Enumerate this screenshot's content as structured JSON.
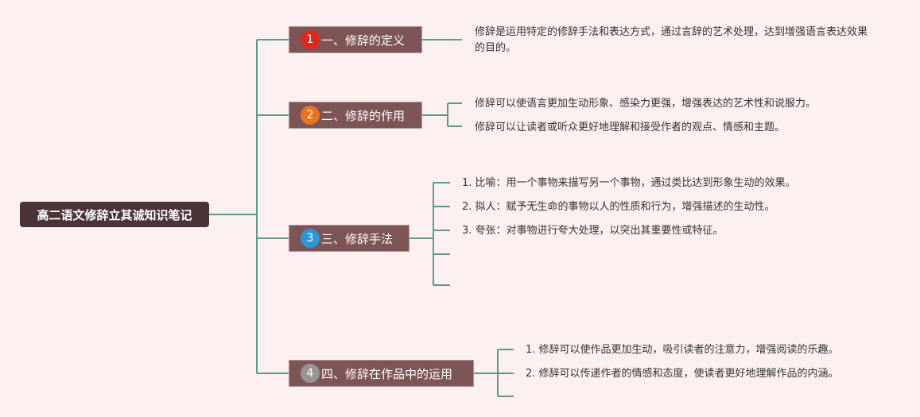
{
  "root": {
    "title": "高二语文修辞立其诚知识笔记"
  },
  "branches": [
    {
      "badge": "1",
      "badge_color": "#e0271d",
      "label": "一、修辞的定义",
      "leaves": [
        "修辞是运用特定的修辞手法和表达方式，通过言辞的艺术处理，达到增强语言表达效果的目的。"
      ]
    },
    {
      "badge": "2",
      "badge_color": "#e8741f",
      "label": "二、修辞的作用",
      "leaves": [
        "修辞可以使语言更加生动形象、感染力更强，增强表达的艺术性和说服力。",
        "修辞可以让读者或听众更好地理解和接受作者的观点、情感和主题。"
      ]
    },
    {
      "badge": "3",
      "badge_color": "#2a97d8",
      "label": "三、修辞手法",
      "leaves": [
        "1. 比喻：用一个事物来描写另一个事物，通过类比达到形象生动的效果。",
        "2. 拟人：赋予无生命的事物以人的性质和行为，增强描述的生动性。",
        "3. 夸张：对事物进行夸大处理，以突出其重要性或特征。",
        "",
        ""
      ]
    },
    {
      "badge": "4",
      "badge_color": "#9a9494",
      "label": "四、修辞在作品中的运用",
      "leaves": [
        "1. 修辞可以使作品更加生动，吸引读者的注意力，增强阅读的乐趣。",
        "2. 修辞可以传递作者的情感和态度，使读者更好地理解作品的内涵。",
        ""
      ]
    }
  ],
  "colors": {
    "connector": "#5a9a86"
  }
}
